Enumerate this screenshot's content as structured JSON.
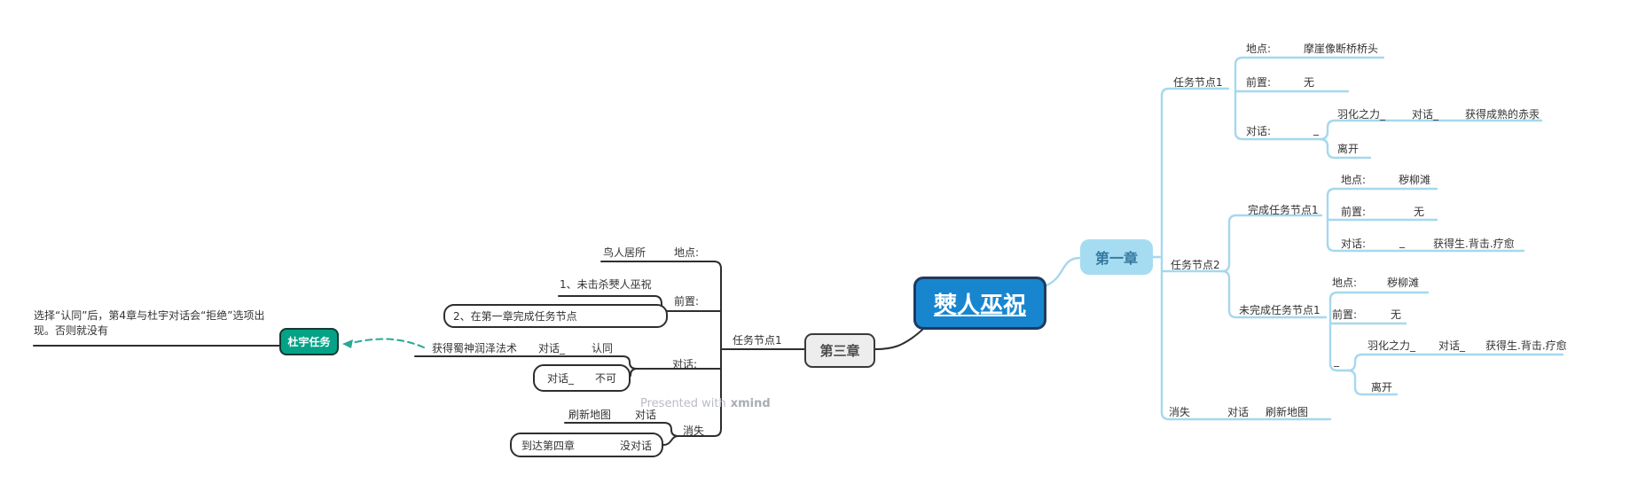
{
  "colors": {
    "line-dark": "#2e2e2e",
    "line-blue": "#a5d8ee",
    "accent-root": "#1886cf",
    "accent-root-border": "#1f3a5f",
    "accent-ch1-fill": "#a6dcf2",
    "accent-ch1-text": "#35799e",
    "accent-ch3-fill": "#ededed",
    "accent-ch3-border": "#3a3a3a",
    "accent-duyu-fill": "#04a287",
    "accent-duyu-border": "#143a32",
    "relation-teal": "#2aa795",
    "text-main": "#333333",
    "watermark-grey": "#b9bdc4"
  },
  "root": {
    "label": "僰人巫祝"
  },
  "watermark": {
    "prefix": "Presented with",
    "brand": "xmind"
  },
  "duyu_task": {
    "label": "杜宇任务",
    "note": "选择“认同”后，第4章与杜宇对话会“拒绝”选项出现。否则就没有"
  },
  "chapter3": {
    "label": "第三章",
    "task1": {
      "label": "任务节点1",
      "location": {
        "label": "地点:",
        "value": "鸟人居所"
      },
      "precondition": {
        "label": "前置:",
        "item1": "1、未击杀僰人巫祝",
        "item2": "2、在第一章完成任务节点"
      },
      "dialog": {
        "label": "对话:",
        "placeholder": "_",
        "agree": {
          "dialog": "对话_",
          "label": "认同",
          "reward": "获得蜀神润泽法术"
        },
        "refuse": {
          "dialog": "对话_",
          "label": "不可"
        }
      },
      "disappear": {
        "label": "消失",
        "with_dialog": {
          "label": "对话",
          "result": "刷新地图"
        },
        "without_dialog": {
          "label": "没对话",
          "result": "到达第四章"
        }
      }
    }
  },
  "chapter1": {
    "label": "第一章",
    "task1": {
      "label": "任务节点1",
      "location": {
        "label": "地点:",
        "value": "摩崖像断桥桥头"
      },
      "precondition": {
        "label": "前置:",
        "value": "无"
      },
      "dialog": {
        "label": "对话:",
        "placeholder": "_",
        "option1": {
          "label": "羽化之力_",
          "dialog": "对话_",
          "reward": "获得成熟的赤汞"
        },
        "option2": {
          "label": "离开"
        }
      }
    },
    "task2": {
      "label": "任务节点2",
      "completed": {
        "label": "完成任务节点1",
        "location": {
          "label": "地点:",
          "value": "秽柳滩"
        },
        "precondition": {
          "label": "前置:",
          "value": "无"
        },
        "dialog": {
          "label": "对话:",
          "placeholder": "_",
          "reward": "获得生.背击.疗愈"
        }
      },
      "uncompleted": {
        "label": "未完成任务节点1",
        "location": {
          "label": "地点:",
          "value": "秽柳滩"
        },
        "precondition": {
          "label": "前置:",
          "value": "无"
        },
        "dialog": {
          "placeholder": "_",
          "option1": {
            "label": "羽化之力_",
            "dialog": "对话_",
            "reward": "获得生.背击.疗愈"
          },
          "option2": {
            "label": "离开"
          }
        }
      }
    },
    "disappear": {
      "label": "消失",
      "dialog": "对话",
      "result": "刷新地图"
    }
  }
}
